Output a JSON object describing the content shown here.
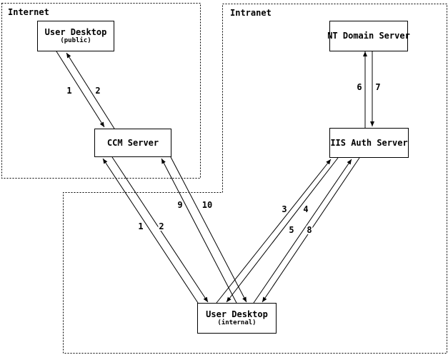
{
  "diagram": {
    "background_color": "#ffffff",
    "line_color": "#000000",
    "regions": {
      "internet": {
        "label": "Internet"
      },
      "intranet": {
        "label": "Intranet"
      }
    },
    "nodes": {
      "user_desktop_public": {
        "title": "User Desktop",
        "subtitle": "(public)"
      },
      "ccm_server": {
        "title": "CCM Server"
      },
      "nt_domain_server": {
        "title": "NT Domain Server"
      },
      "iis_auth_server": {
        "title": "IIS Auth Server"
      },
      "user_desktop_internal": {
        "title": "User Desktop",
        "subtitle": "(internal)"
      }
    },
    "edge_labels": {
      "public_to_ccm_request": "1",
      "ccm_to_public_response": "2",
      "iis_to_nt_request": "6",
      "nt_to_iis_response": "7",
      "internal_to_ccm_request": "1",
      "ccm_to_internal_response": "2",
      "internal_to_ccm_step9": "9",
      "ccm_to_internal_step10": "10",
      "internal_to_iis_step3": "3",
      "iis_to_internal_step4": "4",
      "internal_to_iis_step5": "5",
      "iis_to_internal_step8": "8"
    }
  }
}
